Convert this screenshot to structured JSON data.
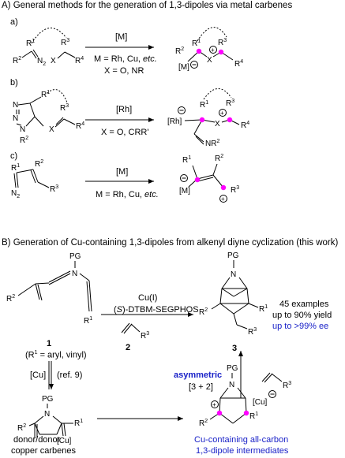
{
  "headers": {
    "a_title": "A) General methods for the generation of 1,3-dipoles via metal carbenes",
    "b_title": "B) Generation of Cu-containing 1,3-dipoles from alkenyl diyne cyclization (this work)"
  },
  "section_a": {
    "label_a": "a)",
    "label_b": "b)",
    "label_c": "c)",
    "a_reagent": "[M]",
    "a_cond1": "M = Rh, Cu, etc.",
    "a_cond2": "X = O, NR",
    "b_reagent": "[Rh]",
    "b_cond": "X = O, CRR'",
    "c_reagent": "[M]",
    "c_cond": "M = Rh, Cu, etc."
  },
  "section_b": {
    "catalyst": "Cu(I)",
    "ligand": "(S)-DTBM-SEGPHOS",
    "compound1": "1",
    "compound1_note": "(R1 = aryl, vinyl)",
    "compound2": "2",
    "compound3": "3",
    "stats": [
      "45 examples",
      "up to 90% yield",
      "up to >99% ee"
    ],
    "cu_reagent": "[Cu]",
    "ref": "(ref. 9)",
    "asym": "asymmetric",
    "cyclo": "[3 + 2]",
    "left_caption": [
      "donor/donor",
      "copper carbenes"
    ],
    "right_caption": [
      "Cu-containing all-carbon",
      "1,3-dipole intermediates"
    ]
  },
  "colors": {
    "accent_blue": "#1a22c8",
    "dot_magenta": "#ff00ff"
  }
}
